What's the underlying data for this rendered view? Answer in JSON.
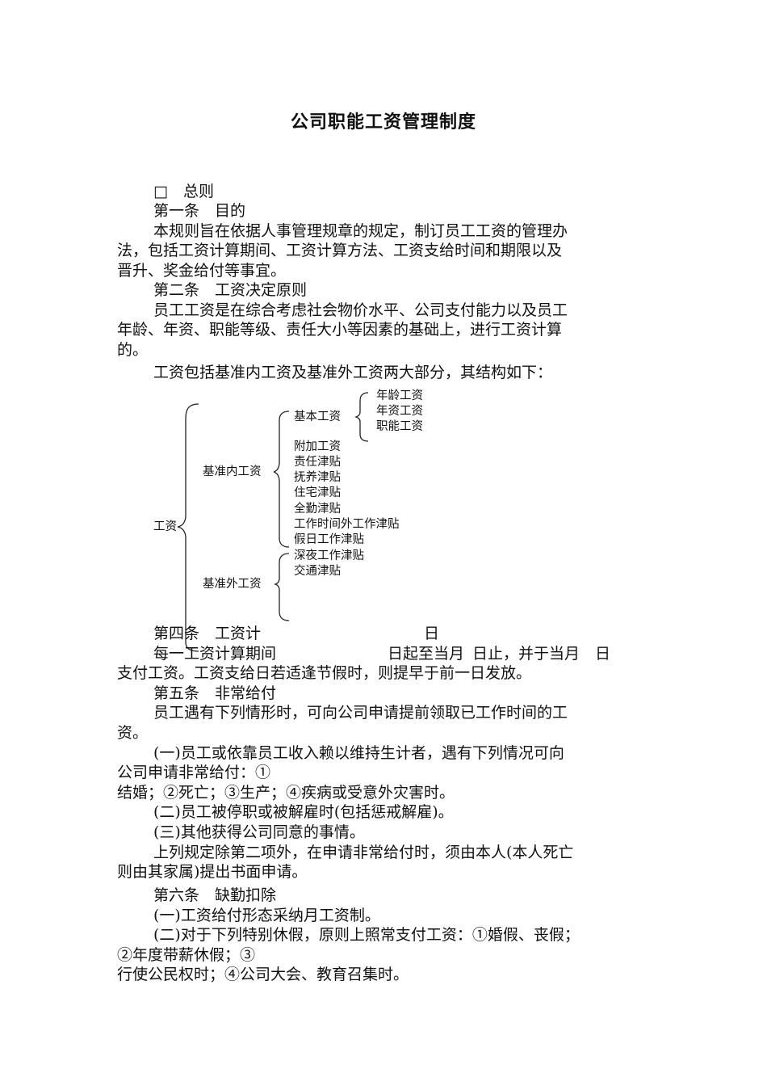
{
  "title": "公司职能工资管理制度",
  "section": "□　总则",
  "art1_head": "第一条　目的",
  "art1_body": [
    "本规则旨在依据人事管理规章的规定，制订员工工资的管理办",
    "法，包括工资计算期间、工资计算方法、工资支给时间和期限以及",
    "晋升、奖金给付等事宜。"
  ],
  "art2_head": "第二条　工资决定原则",
  "art2_body": [
    "员工工资是在综合考虑社会物价水平、公司支付能力以及员工",
    "年龄、年资、职能等级、责任大小等因素的基础上，进行工资计算",
    "的。"
  ],
  "structure_intro": "工资包括基准内工资及基准外工资两大部分，其结构如下：",
  "tree": {
    "root": "工资",
    "inner": "基准内工资",
    "outer": "基准外工资",
    "basic": "基本工资",
    "basic_items": [
      "年龄工资",
      "年资工资",
      "职能工资"
    ],
    "inner_items": [
      "附加工资",
      "责任津贴",
      "抚养津贴",
      "住宅津贴",
      "全勤津贴",
      "工作时间外工作津贴",
      "假日工作津贴"
    ],
    "outer_items": [
      "深夜工作津贴",
      "交通津贴"
    ]
  },
  "art4_head_left": "第四条　工资计",
  "art4_head_right": "日",
  "art4_line1_left": "每一工资计算期间",
  "art4_line1_mid": "日起至当月",
  "art4_line1_right": "日止，并于当月　日",
  "art4_line2": "支付工资。工资支给日若适逢节假时，则提早于前一日发放。",
  "art5_head": "第五条　非常给付",
  "art5_body": [
    "员工遇有下列情形时，可向公司申请提前领取已工作时间的工",
    "资。"
  ],
  "art5_item1": [
    "(一)员工或依靠员工收入赖以维持生计者，遇有下列情况可向",
    "公司申请非常给付：①",
    "结婚；②死亡；③生产；④疾病或受意外灾害时。"
  ],
  "art5_item2": "(二)员工被停职或被解雇时(包括惩戒解雇)。",
  "art5_item3": "(三)其他获得公司同意的事情。",
  "art5_note": [
    "上列规定除第二项外，在申请非常给付时，须由本人(本人死亡",
    "则由其家属)提出书面申请。"
  ],
  "art6_head": "第六条　缺勤扣除",
  "art6_item1": "(一)工资给付形态采纳月工资制。",
  "art6_item2": [
    "(二)对于下列特别休假，原则上照常支付工资：①婚假、丧假；",
    "②年度带薪休假；③",
    "行使公民权时；④公司大会、教育召集时。"
  ]
}
